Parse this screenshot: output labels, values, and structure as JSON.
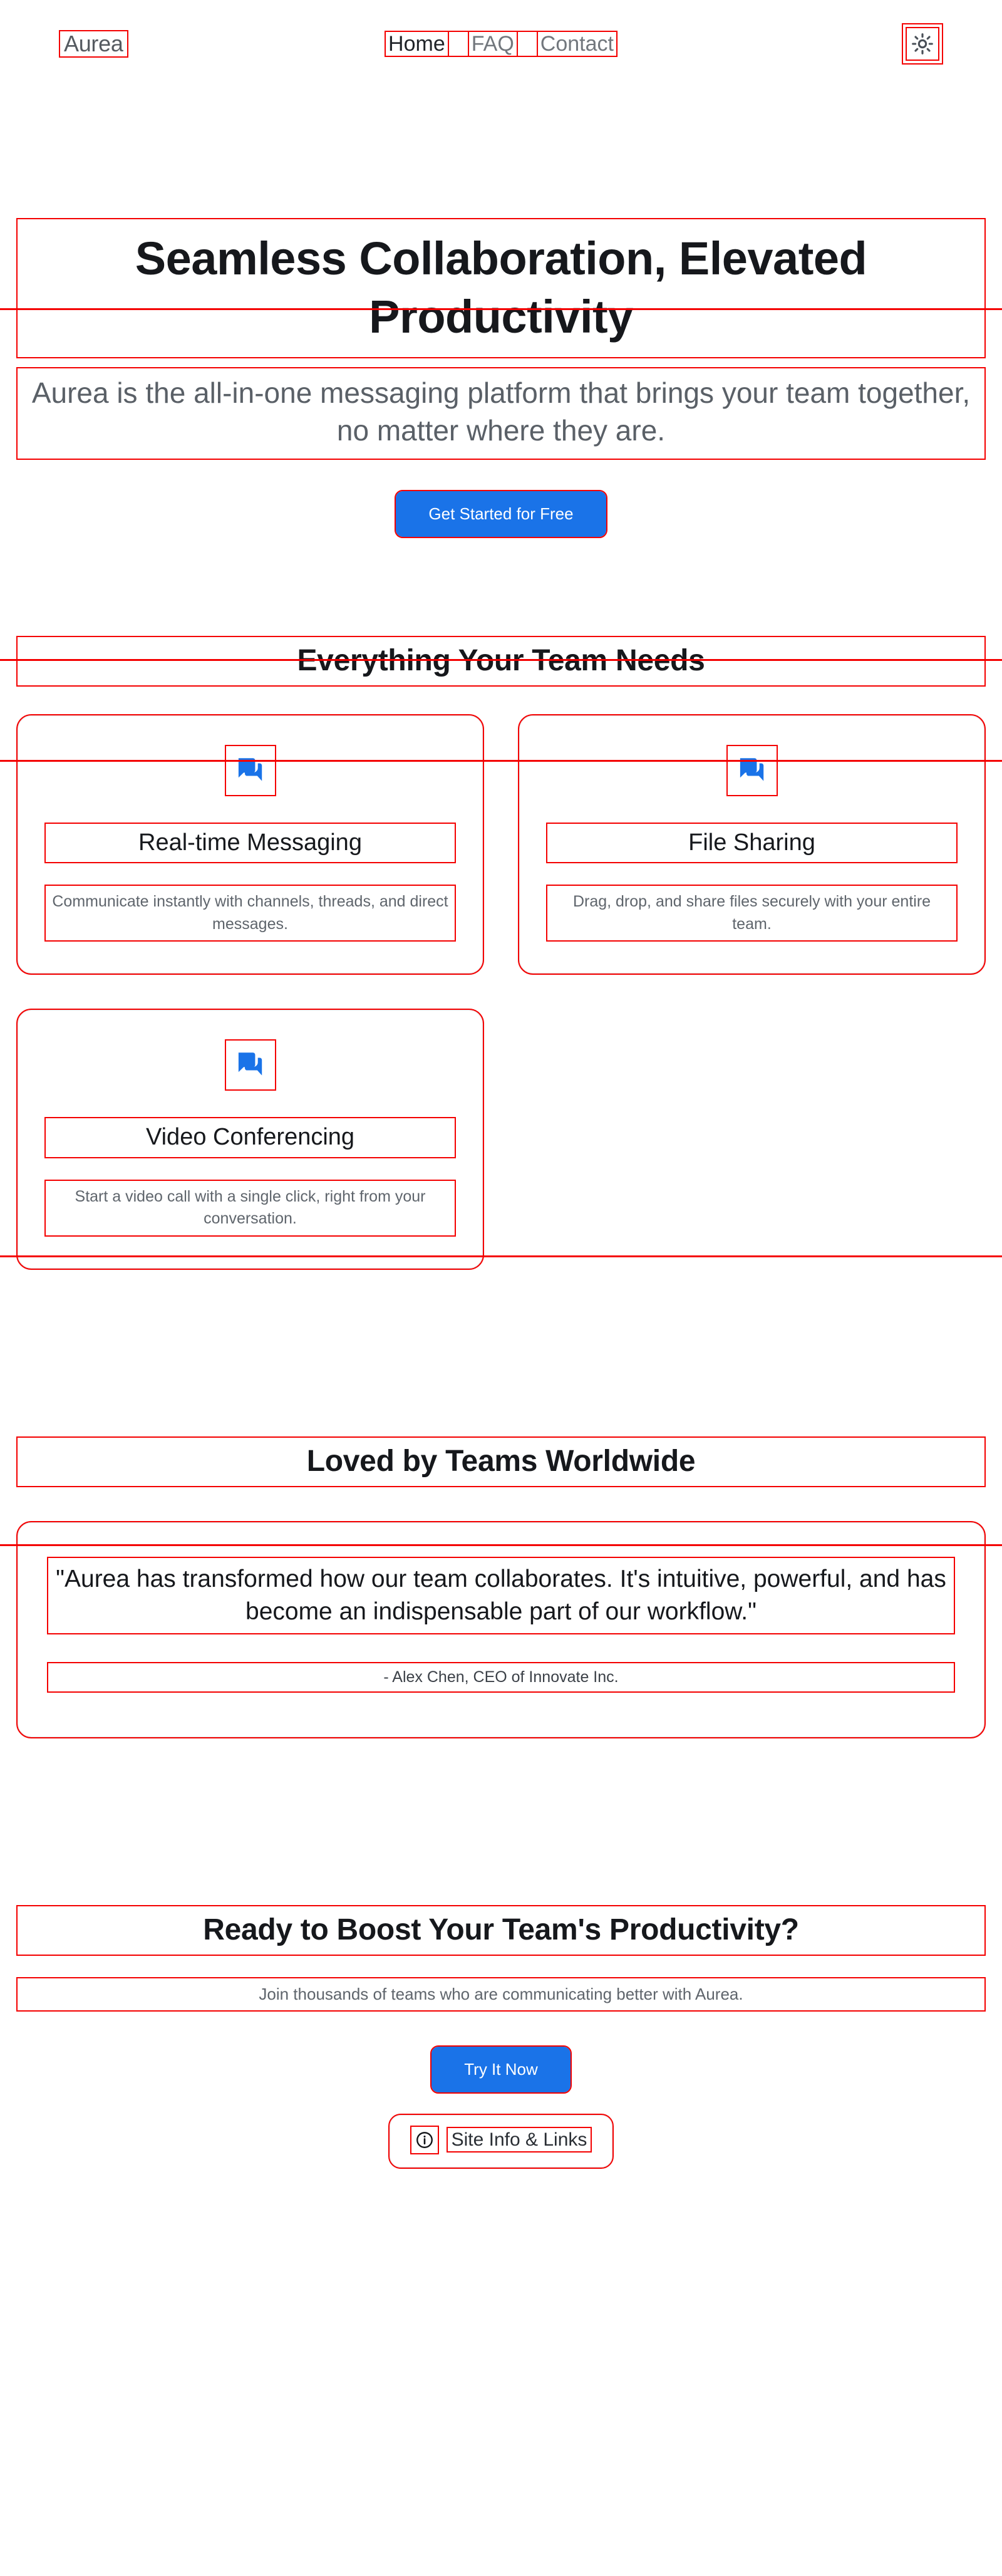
{
  "header": {
    "brand": "Aurea",
    "nav": [
      {
        "label": "Home",
        "active": true
      },
      {
        "label": "FAQ",
        "active": false
      },
      {
        "label": "Contact",
        "active": false
      }
    ],
    "theme_toggle_icon": "sun-icon"
  },
  "hero": {
    "title": "Seamless Collaboration, Elevated Productivity",
    "subtitle": "Aurea is the all-in-one messaging platform that brings your team together, no matter where they are.",
    "cta_label": "Get Started for Free"
  },
  "features": {
    "heading": "Everything Your Team Needs",
    "cards": [
      {
        "icon": "chat-bubbles-icon",
        "title": "Real-time Messaging",
        "description": "Communicate instantly with channels, threads, and direct messages."
      },
      {
        "icon": "chat-bubbles-icon",
        "title": "File Sharing",
        "description": "Drag, drop, and share files securely with your entire team."
      },
      {
        "icon": "chat-bubbles-icon",
        "title": "Video Conferencing",
        "description": "Start a video call with a single click, right from your conversation."
      }
    ]
  },
  "testimonials": {
    "heading": "Loved by Teams Worldwide",
    "quote": "\"Aurea has transformed how our team collaborates. It's intuitive, powerful, and has become an indispensable part of our workflow.\"",
    "author": "- Alex Chen, CEO of Innovate Inc."
  },
  "cta": {
    "heading": "Ready to Boost Your Team's Productivity?",
    "subtitle": "Join thousands of teams who are communicating better with Aurea.",
    "button_label": "Try It Now"
  },
  "footer": {
    "icon": "info-circle-icon",
    "label": "Site Info & Links"
  },
  "colors": {
    "accent_blue": "#1a73e8",
    "icon_blue": "#1a73e8",
    "annotation_red": "#f40000",
    "text_dark": "#16181c",
    "text_muted": "#5f656c"
  }
}
